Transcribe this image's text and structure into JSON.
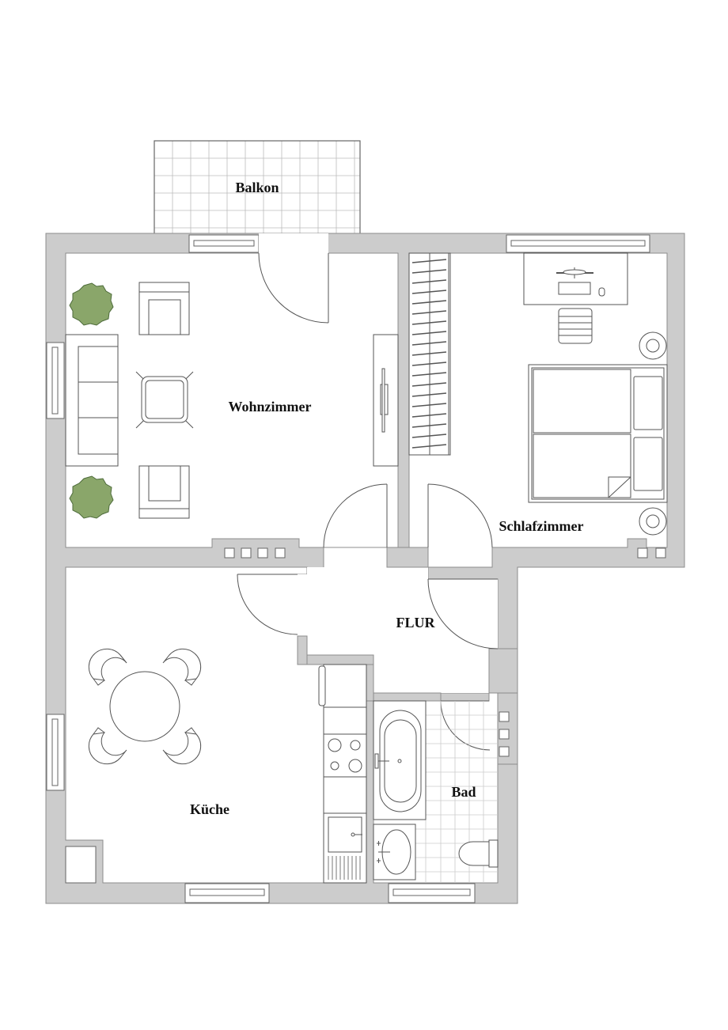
{
  "rooms": {
    "balkon": "Balkon",
    "wohnzimmer": "Wohnzimmer",
    "schlafzimmer": "Schlafzimmer",
    "flur": "FLUR",
    "kueche": "Küche",
    "bad": "Bad"
  },
  "colors": {
    "wall": "#cccccc",
    "wall_stroke": "#8c8c8c",
    "line": "#555555",
    "plant": "#8aa66a",
    "plant_stroke": "#4d6b3a",
    "background": "#ffffff"
  }
}
